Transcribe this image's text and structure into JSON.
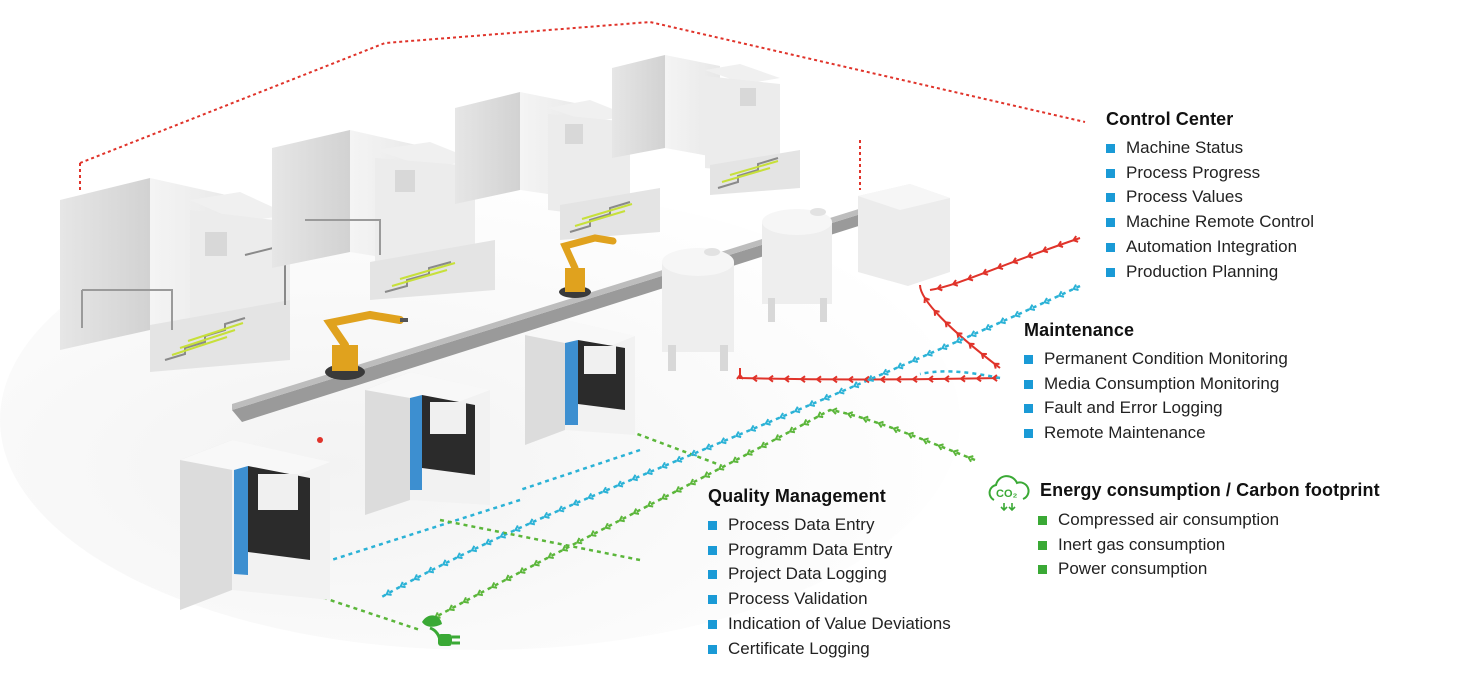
{
  "colors": {
    "blue_bullet": "#1a9ad6",
    "green_bullet": "#3aa935",
    "signal_red": "#e0332a",
    "signal_blue": "#2bb2d6",
    "signal_green": "#5bb63a",
    "machine_blue": "#3d8fd0"
  },
  "icons": [
    "co2-cloud-icon",
    "eco-plug-icon"
  ],
  "panels": {
    "control_center": {
      "title": "Control Center",
      "items": [
        "Machine Status",
        "Process Progress",
        "Process Values",
        "Machine Remote Control",
        "Automation Integration",
        "Production Planning"
      ]
    },
    "maintenance": {
      "title": "Maintenance",
      "items": [
        "Permanent Condition Monitoring",
        "Media Consumption Monitoring",
        "Fault and Error Logging",
        "Remote Maintenance"
      ]
    },
    "quality_management": {
      "title": "Quality Management",
      "items": [
        "Process Data Entry",
        "Programm Data Entry",
        "Project Data Logging",
        "Process Validation",
        "Indication of Value Deviations",
        "Certificate Logging"
      ]
    },
    "energy": {
      "title": "Energy consumption / Carbon footprint",
      "co2_label": "CO₂",
      "items": [
        "Compressed air consumption",
        "Inert gas consumption",
        "Power consumption"
      ]
    }
  }
}
